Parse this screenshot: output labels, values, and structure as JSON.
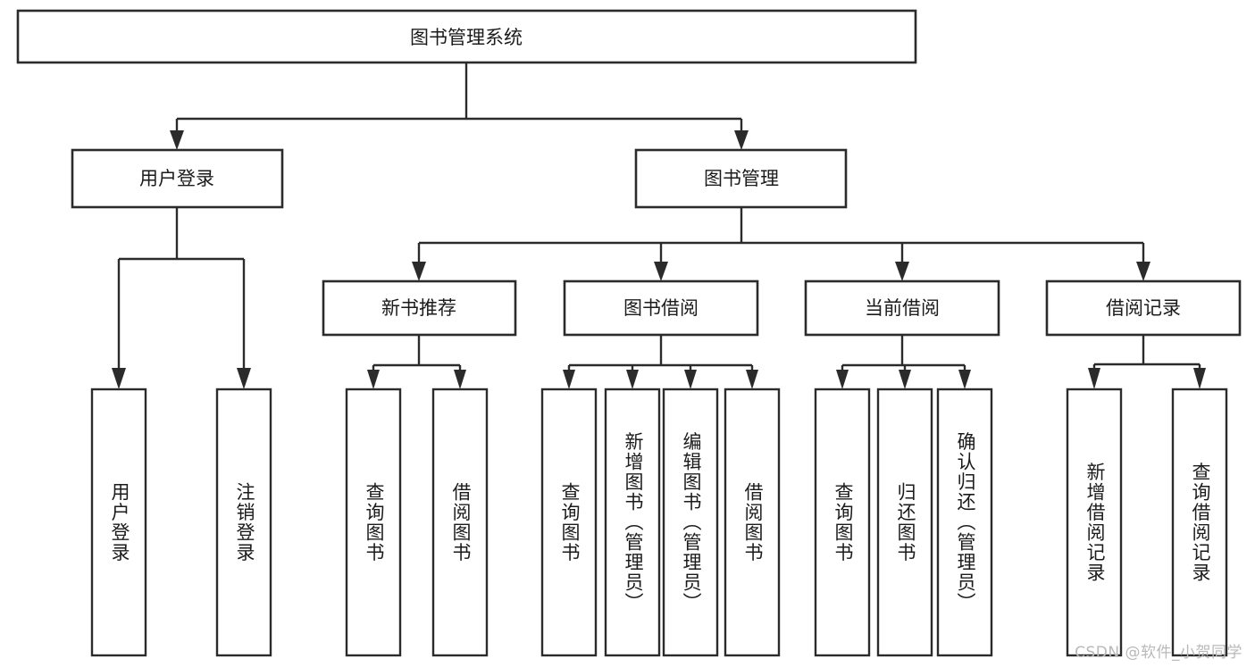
{
  "diagram": {
    "type": "tree-hierarchy-diagram",
    "title": "图书管理系统",
    "watermark": "CSDN @软件_小贺同学",
    "nodes": {
      "root": {
        "label": "图书管理系统",
        "level": 1,
        "orientation": "horizontal"
      },
      "level2": [
        {
          "id": "user-login",
          "label": "用户登录",
          "orientation": "horizontal"
        },
        {
          "id": "book-management",
          "label": "图书管理",
          "orientation": "horizontal"
        }
      ],
      "level3": [
        {
          "id": "new-book-recommend",
          "label": "新书推荐",
          "orientation": "horizontal",
          "parent": "book-management"
        },
        {
          "id": "book-borrow",
          "label": "图书借阅",
          "orientation": "horizontal",
          "parent": "book-management"
        },
        {
          "id": "current-borrow",
          "label": "当前借阅",
          "orientation": "horizontal",
          "parent": "book-management"
        },
        {
          "id": "borrow-record",
          "label": "借阅记录",
          "orientation": "horizontal",
          "parent": "book-management"
        }
      ],
      "leaves": [
        {
          "id": "leaf-user-login",
          "label": "用户登录",
          "orientation": "vertical",
          "parent": "user-login"
        },
        {
          "id": "leaf-user-logout",
          "label": "注销登录",
          "orientation": "vertical",
          "parent": "user-login"
        },
        {
          "id": "leaf-query-book-1",
          "label": "查询图书",
          "orientation": "vertical",
          "parent": "new-book-recommend"
        },
        {
          "id": "leaf-borrow-book-1",
          "label": "借阅图书",
          "orientation": "vertical",
          "parent": "new-book-recommend"
        },
        {
          "id": "leaf-query-book-2",
          "label": "查询图书",
          "orientation": "vertical",
          "parent": "book-borrow"
        },
        {
          "id": "leaf-add-book",
          "label": "新增图书（管理员）",
          "orientation": "vertical",
          "parent": "book-borrow"
        },
        {
          "id": "leaf-edit-book",
          "label": "编辑图书（管理员）",
          "orientation": "vertical",
          "parent": "book-borrow"
        },
        {
          "id": "leaf-borrow-book-2",
          "label": "借阅图书",
          "orientation": "vertical",
          "parent": "book-borrow"
        },
        {
          "id": "leaf-query-book-3",
          "label": "查询图书",
          "orientation": "vertical",
          "parent": "current-borrow"
        },
        {
          "id": "leaf-return-book",
          "label": "归还图书",
          "orientation": "vertical",
          "parent": "current-borrow"
        },
        {
          "id": "leaf-confirm-return",
          "label": "确认归还（管理员）",
          "orientation": "vertical",
          "parent": "current-borrow"
        },
        {
          "id": "leaf-add-record",
          "label": "新增借阅记录",
          "orientation": "vertical",
          "parent": "borrow-record"
        },
        {
          "id": "leaf-query-record",
          "label": "查询借阅记录",
          "orientation": "vertical",
          "parent": "borrow-record"
        }
      ]
    },
    "colors": {
      "stroke": "#2b2b2b",
      "fill": "#ffffff",
      "text": "#1b1b1b",
      "watermark": "#b9b9b9"
    }
  }
}
